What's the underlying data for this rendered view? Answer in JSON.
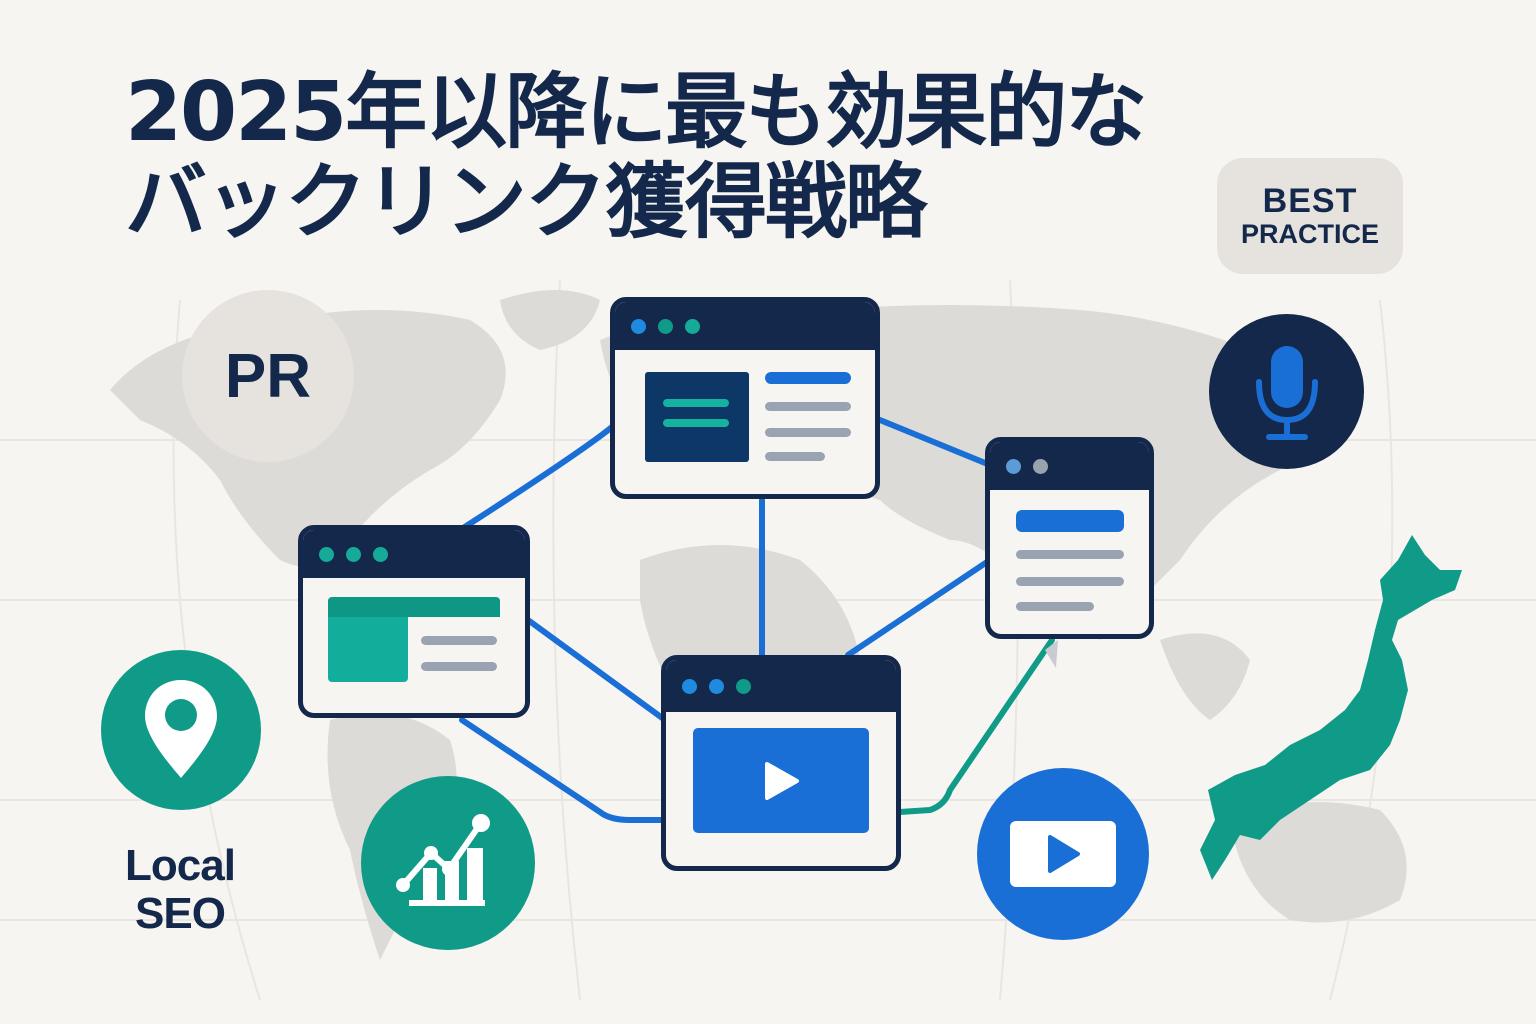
{
  "title": {
    "line1": "2025年以降に最も効果的な",
    "line2": "バックリンク獲得戦略"
  },
  "badge": {
    "line1": "BEST",
    "line2": "PRACTICE"
  },
  "icons": {
    "pr": {
      "label": "PR"
    },
    "local_seo": {
      "label_line1": "Local",
      "label_line2": "SEO",
      "icon": "map-pin-icon"
    },
    "analytics": {
      "icon": "growth-chart-icon"
    },
    "podcast": {
      "icon": "microphone-icon"
    },
    "video": {
      "icon": "video-play-icon"
    }
  },
  "network": {
    "nodes": [
      {
        "id": "top-site",
        "type": "article-window"
      },
      {
        "id": "left-site",
        "type": "layout-window"
      },
      {
        "id": "right-site",
        "type": "list-window"
      },
      {
        "id": "video-site",
        "type": "video-window"
      }
    ]
  },
  "map": {
    "highlight_region": "Japan"
  },
  "colors": {
    "navy": "#14284b",
    "blue": "#1a6fd6",
    "teal": "#109a88",
    "background": "#f7f5f1",
    "gray_map": "#dcdcdc",
    "gray_line": "#9aa3b2"
  }
}
